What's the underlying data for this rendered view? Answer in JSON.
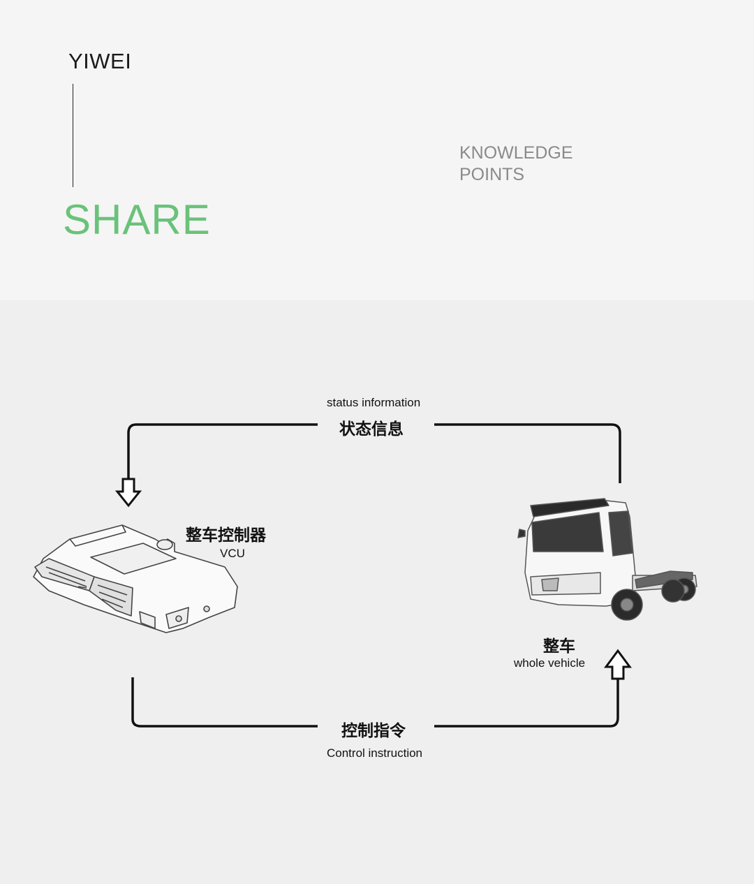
{
  "header": {
    "brand": "YIWEI",
    "share": "SHARE",
    "knowledge_line1": "KNOWLEDGE",
    "knowledge_line2": "POINTS"
  },
  "diagram": {
    "top_arrow": {
      "en": "status information",
      "zh": "状态信息"
    },
    "bottom_arrow": {
      "zh": "控制指令",
      "en": "Control instruction"
    },
    "vcu": {
      "zh": "整车控制器",
      "en": "VCU"
    },
    "vehicle": {
      "zh": "整车",
      "en": "whole vehicle"
    }
  },
  "colors": {
    "accent": "#6ac27a",
    "muted": "#8a8a8a",
    "line": "#111111"
  }
}
